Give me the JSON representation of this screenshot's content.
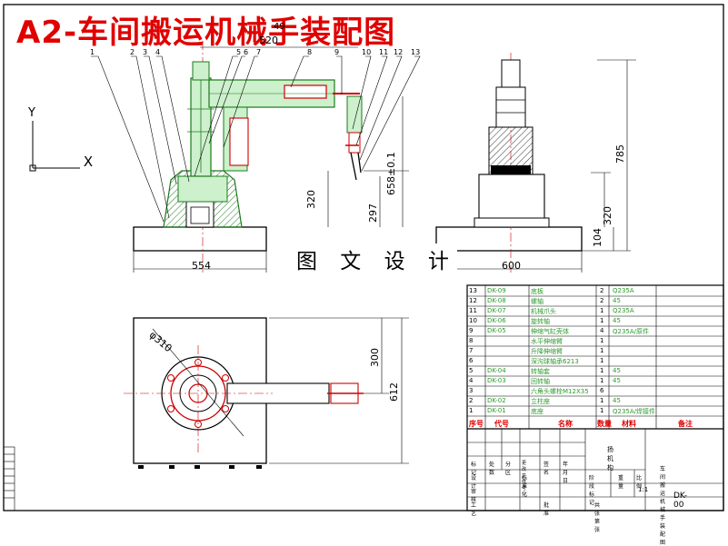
{
  "title": "A2-车间搬运机械手装配图",
  "watermark": "图 文 设 计",
  "axis": {
    "y": "Y",
    "x": "X"
  },
  "dimensions": {
    "d520": "520",
    "d49": "49",
    "d320a": "320",
    "d297": "297",
    "d658": "658±0.1",
    "d554": "554",
    "d600": "600",
    "d785": "785",
    "d320b": "320",
    "d104": "104",
    "d300": "300",
    "d612": "612",
    "phi310": "φ310"
  },
  "leaders": [
    "1",
    "2",
    "3",
    "4",
    "5",
    "6",
    "7",
    "8",
    "9",
    "10",
    "11",
    "12",
    "13"
  ],
  "bom": [
    {
      "no": "13",
      "code": "DK-09",
      "name": "底板",
      "qty": "2",
      "mat": "Q235A"
    },
    {
      "no": "12",
      "code": "DK-08",
      "name": "螺轴",
      "qty": "2",
      "mat": "45"
    },
    {
      "no": "11",
      "code": "DK-07",
      "name": "机械爪头",
      "qty": "1",
      "mat": "Q235A"
    },
    {
      "no": "10",
      "code": "DK-06",
      "name": "旋转轴",
      "qty": "1",
      "mat": "45"
    },
    {
      "no": "9",
      "code": "DK-05",
      "name": "伸缩气缸壳体",
      "qty": "4",
      "mat": "Q235A/原件"
    },
    {
      "no": "8",
      "code": "",
      "name": "水平伸缩臂",
      "qty": "1",
      "mat": ""
    },
    {
      "no": "7",
      "code": "",
      "name": "升降伸缩臂",
      "qty": "1",
      "mat": ""
    },
    {
      "no": "6",
      "code": "",
      "name": "深沟球轴承6213",
      "qty": "1",
      "mat": ""
    },
    {
      "no": "5",
      "code": "DK-04",
      "name": "转轴套",
      "qty": "1",
      "mat": "45"
    },
    {
      "no": "4",
      "code": "DK-03",
      "name": "回转轴",
      "qty": "1",
      "mat": "45"
    },
    {
      "no": "3",
      "code": "",
      "name": "六角头螺栓M12X35",
      "qty": "6",
      "mat": ""
    },
    {
      "no": "2",
      "code": "DK-02",
      "name": "立柱座",
      "qty": "1",
      "mat": "45"
    },
    {
      "no": "1",
      "code": "DK-01",
      "name": "底座",
      "qty": "1",
      "mat": "Q235A/焊接件"
    }
  ],
  "bom_header": {
    "no": "序号",
    "code": "代号",
    "name": "名称",
    "qty": "数量",
    "mat": "材料",
    "note": "备注"
  },
  "title_block": {
    "company": "扬机构",
    "drawing_name": "车间搬运机械手装配图",
    "drawing_no": "DK-00",
    "scale_val": "1:1",
    "labels": {
      "mark": "标记",
      "qty": "处数",
      "zone": "分区",
      "change": "更改文件号",
      "sign": "签名",
      "date": "年月日",
      "design": "设计",
      "std": "标准化",
      "stage": "阶段标记",
      "weight": "重量",
      "scale": "比例",
      "review": "审核",
      "craft": "工艺",
      "approve": "批准",
      "total": "共 张 第 张"
    }
  },
  "colors": {
    "line": "#000000",
    "red": "#e00000",
    "green": "#2e9a2e",
    "fill_green": "#cdf0cd"
  }
}
